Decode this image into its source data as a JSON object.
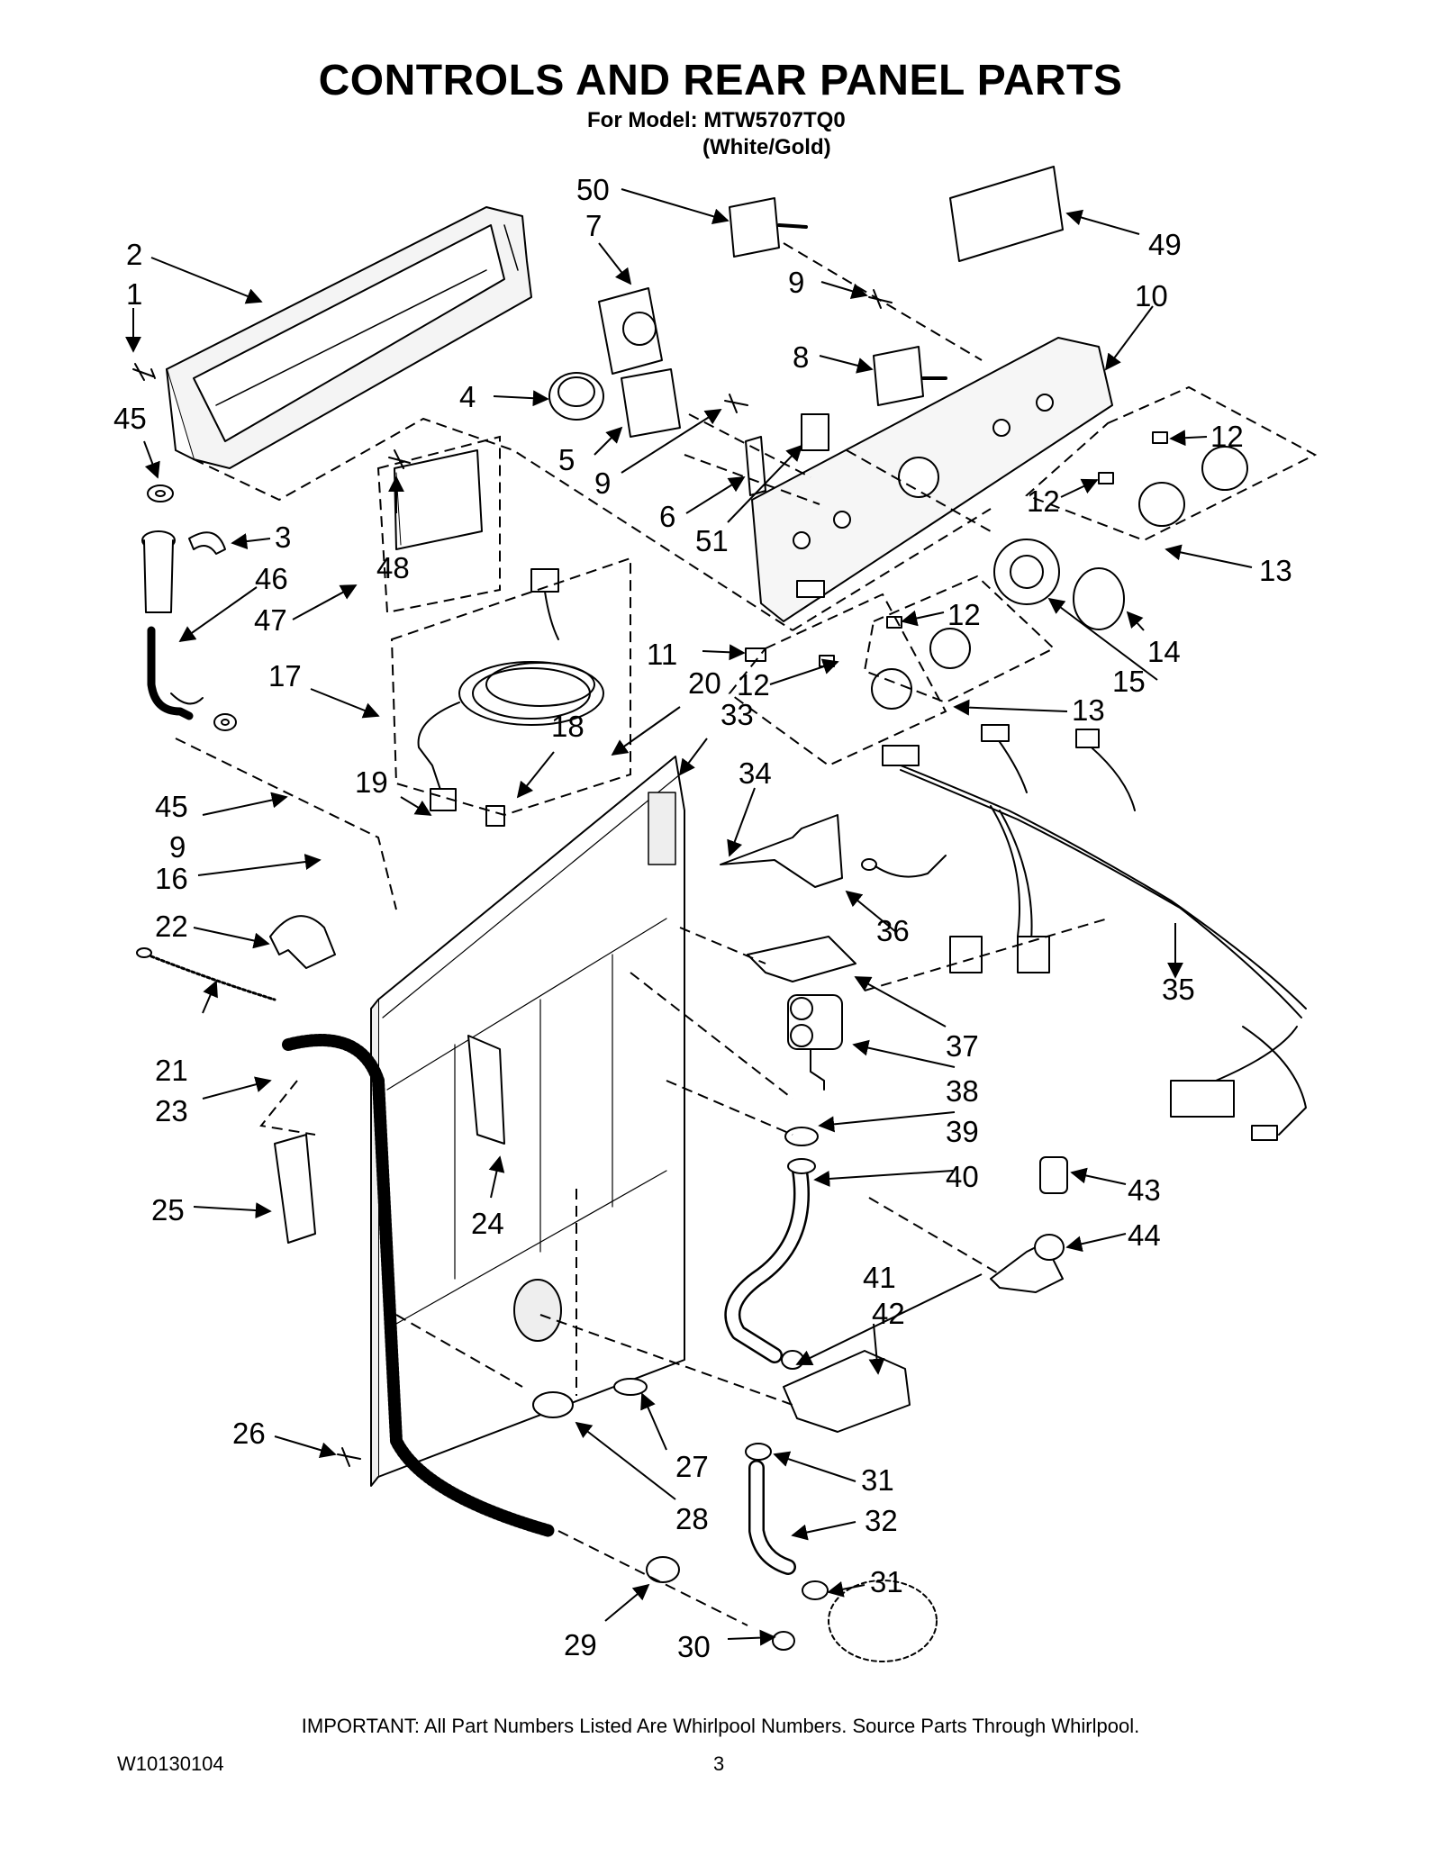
{
  "header": {
    "title": "CONTROLS AND REAR PANEL PARTS",
    "model_line": "For Model: MTW5707TQ0",
    "color_line": "(White/Gold)"
  },
  "callouts": {
    "c2": "2",
    "c1": "1",
    "c45a": "45",
    "c3": "3",
    "c46": "46",
    "c47": "47",
    "c48": "48",
    "c17": "17",
    "c45b": "45",
    "c9a": "9",
    "c16": "16",
    "c22": "22",
    "c21": "21",
    "c23": "23",
    "c25": "25",
    "c26": "26",
    "c19": "19",
    "c18": "18",
    "c20": "20",
    "c33": "33",
    "c24": "24",
    "c50": "50",
    "c7": "7",
    "c9b": "9",
    "c8": "8",
    "c4": "4",
    "c5": "5",
    "c9c": "9",
    "c6": "6",
    "c51": "51",
    "c11": "11",
    "c12a": "12",
    "c12b": "12",
    "c12c": "12",
    "c12d": "12",
    "c13a": "13",
    "c13b": "13",
    "c14": "14",
    "c15": "15",
    "c10": "10",
    "c49": "49",
    "c34": "34",
    "c35": "35",
    "c36": "36",
    "c37": "37",
    "c38": "38",
    "c39": "39",
    "c40": "40",
    "c41": "41",
    "c42": "42",
    "c43": "43",
    "c44": "44",
    "c27": "27",
    "c28": "28",
    "c29": "29",
    "c30": "30",
    "c31a": "31",
    "c31b": "31",
    "c32": "32"
  },
  "footer": {
    "note": "IMPORTANT: All Part Numbers Listed Are Whirlpool Numbers. Source Parts Through Whirlpool.",
    "doc_number": "W10130104",
    "page_number": "3"
  }
}
